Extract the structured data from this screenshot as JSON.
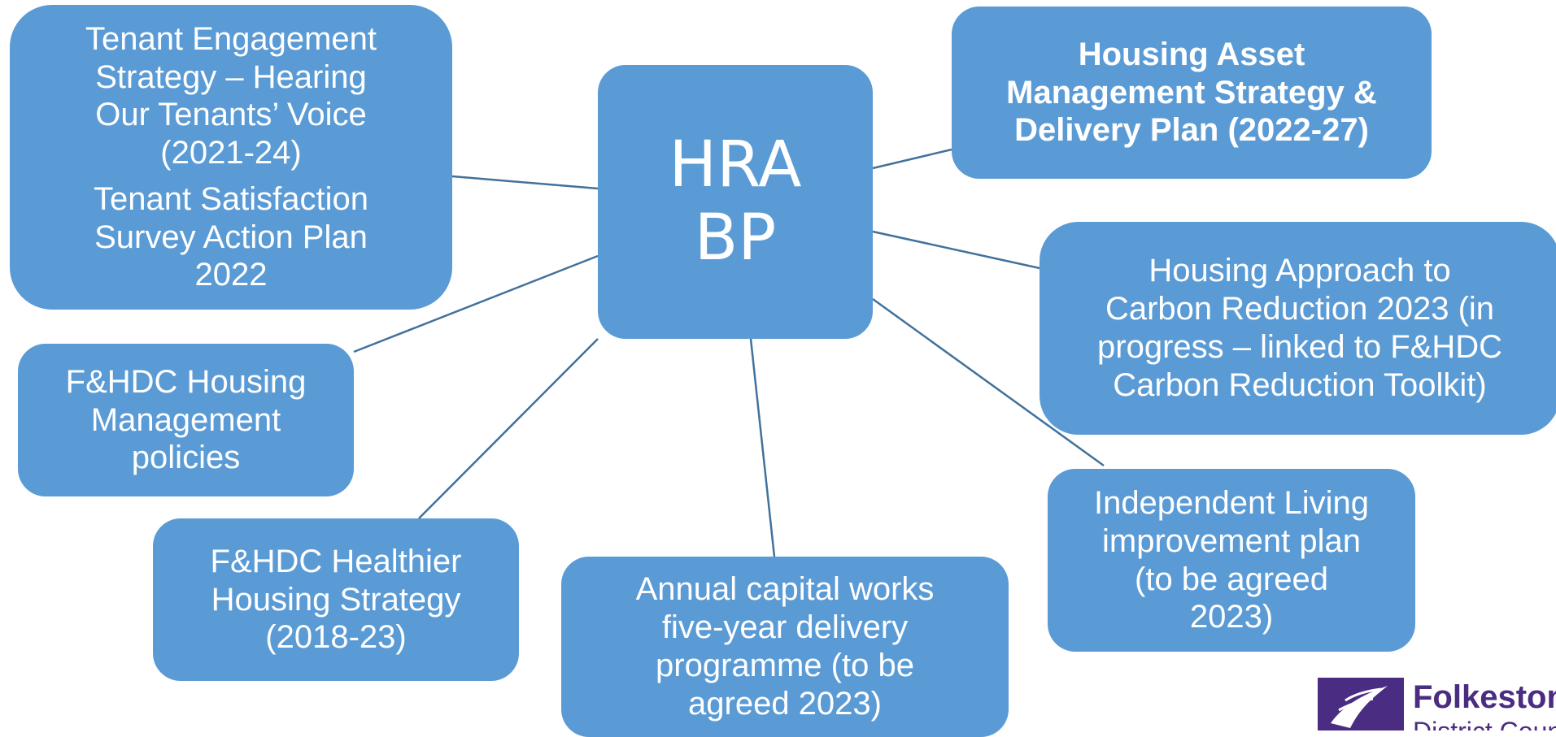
{
  "center": {
    "line1": "HRA",
    "line2": "BP"
  },
  "boxes": {
    "tenant_engagement": {
      "lines": [
        "Tenant Engagement",
        "Strategy – Hearing",
        "Our Tenants’ Voice",
        "(2021-24)"
      ],
      "lines2": [
        "Tenant Satisfaction",
        "Survey Action Plan",
        "2022"
      ]
    },
    "housing_management": {
      "lines": [
        "F&HDC Housing",
        "Management",
        "policies"
      ]
    },
    "healthier_housing": {
      "lines": [
        "F&HDC Healthier",
        "Housing Strategy",
        "(2018-23)"
      ]
    },
    "capital_works": {
      "lines": [
        "Annual capital works",
        "five-year delivery",
        "programme (to be",
        "agreed 2023)"
      ]
    },
    "independent_living": {
      "lines": [
        "Independent Living",
        "improvement plan",
        "(to be agreed",
        "2023)"
      ]
    },
    "carbon_reduction": {
      "lines": [
        "Housing Approach to",
        "Carbon Reduction 2023 (in",
        "progress – linked to F&HDC",
        "Carbon Reduction Toolkit)"
      ]
    },
    "asset_management": {
      "lines": [
        "Housing Asset",
        "Management Strategy &",
        "Delivery Plan (2022-27)"
      ]
    }
  },
  "logo": {
    "line1": "Folkestone",
    "line2": "District Council"
  },
  "colors": {
    "box_fill": "#5b9bd5",
    "connector": "#41719c",
    "text": "#ffffff",
    "logo": "#4a2c82"
  }
}
